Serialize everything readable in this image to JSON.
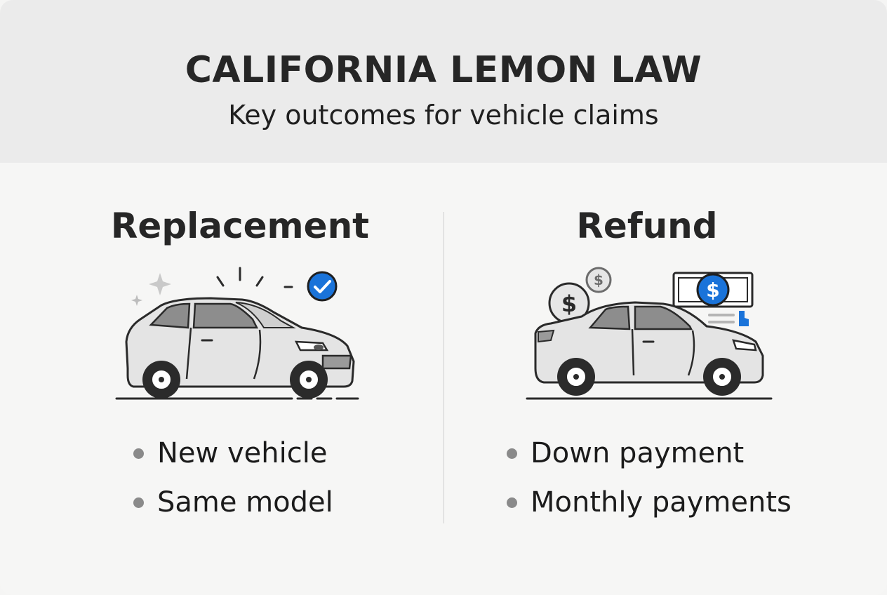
{
  "header": {
    "title": "CALIFORNIA LEMON LAW",
    "subtitle": "Key outcomes for vehicle claims"
  },
  "columns": [
    {
      "heading": "Replacement",
      "icon": "car-with-checkmark-icon",
      "bullets": [
        "New vehicle",
        "Same model"
      ]
    },
    {
      "heading": "Refund",
      "icon": "car-with-money-icon",
      "bullets": [
        "Down payment",
        "Monthly payments"
      ]
    }
  ],
  "colors": {
    "accent": "#1a73d9",
    "header_bg": "#ebebeb",
    "card_bg": "#f6f6f5",
    "bullet": "#8a8a8a",
    "text": "#262626"
  }
}
